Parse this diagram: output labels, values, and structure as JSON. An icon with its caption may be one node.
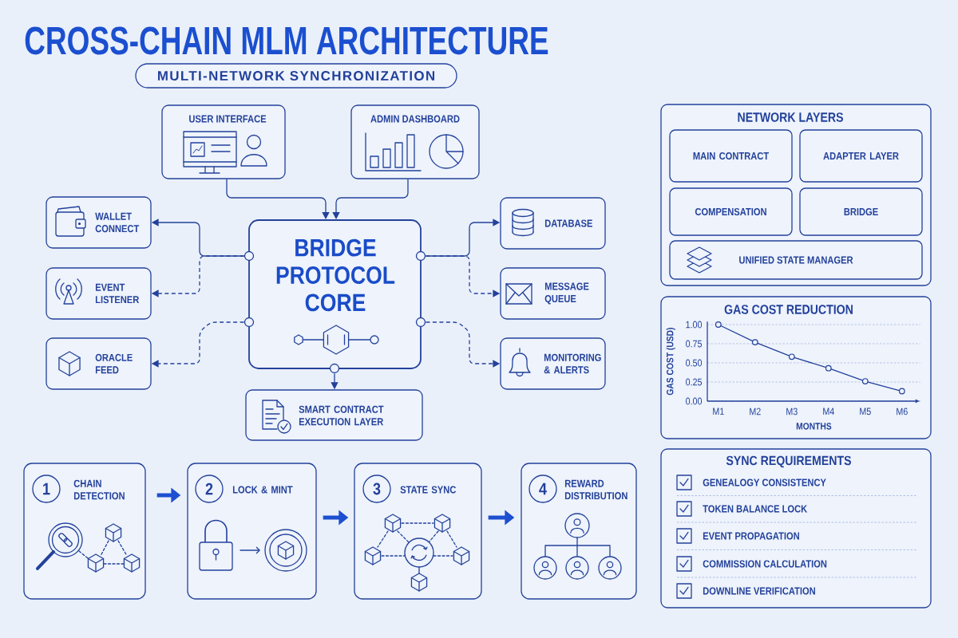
{
  "diagram": {
    "title": "CROSS-CHAIN MLM ARCHITECTURE",
    "nodes": [
      {
        "text": [
          "MULTI-NETWORK SYNCHRONIZATION"
        ]
      },
      {
        "text": [
          "USER INTERFACE"
        ]
      },
      {
        "text": [
          "ADMIN DASHBOARD"
        ]
      },
      {
        "text": [
          "NETWORK LAYERS"
        ]
      },
      {
        "text": [
          "MAIN CONTRACT"
        ],
        "in": 3
      },
      {
        "text": [
          "ADAPTER LAYER"
        ],
        "in": 3
      },
      {
        "text": [
          "COMPENSATION"
        ],
        "in": 3
      },
      {
        "text": [
          "BRIDGE"
        ],
        "in": 3
      },
      {
        "text": [
          "UNIFIED STATE MANAGER"
        ],
        "in": 3
      },
      {
        "text": [
          "WALLET CONNECT"
        ]
      },
      {
        "text": [
          "DATABASE"
        ]
      },
      {
        "text": [
          "BRIDGE PROTOCOL CORE"
        ]
      },
      {
        "text": [
          "EVENT LISTENER"
        ]
      },
      {
        "text": [
          "MESSAGE QUEUE"
        ]
      },
      {
        "text": [
          "ORACLE FEED"
        ]
      },
      {
        "text": [
          "MONITORING & ALERTS"
        ]
      },
      {
        "text": [
          "SMART CONTRACT EXECUTION LAYER"
        ]
      },
      {
        "text": [
          "GAS COST REDUCTION"
        ]
      },
      {
        "text": [
          "SYNC REQUIREMENTS",
          "GENEALOGY CONSISTENCY",
          "TOKEN BALANCE LOCK",
          "EVENT PROPAGATION",
          "COMMISSION CALCULATION",
          "DOWNLINE VERIFICATION"
        ]
      },
      {
        "text": [
          "CHAIN DETECTION"
        ]
      },
      {
        "text": [
          "1"
        ],
        "in": 19
      },
      {
        "text": [
          "LOCK & MINT"
        ]
      },
      {
        "text": [
          "2"
        ],
        "in": 21
      },
      {
        "text": [
          "STATE SYNC"
        ]
      },
      {
        "text": [
          "3"
        ],
        "in": 23
      },
      {
        "text": [
          "REWARD DISTRIBUTION"
        ]
      },
      {
        "text": [
          "4"
        ],
        "in": 25
      }
    ],
    "edges": [
      {
        "from": 1,
        "to": 11,
        "arrow": "to"
      },
      {
        "from": 2,
        "to": 11,
        "arrow": "to"
      },
      {
        "from": 11,
        "to": 9,
        "arrow": "to"
      },
      {
        "from": 11,
        "to": 12,
        "arrow": "to",
        "style": "dashed"
      },
      {
        "from": 11,
        "to": 14,
        "arrow": "to",
        "style": "dashed"
      },
      {
        "from": 11,
        "to": 10,
        "arrow": "to"
      },
      {
        "from": 11,
        "to": 13,
        "arrow": "to",
        "style": "dashed"
      },
      {
        "from": 11,
        "to": 15,
        "arrow": "to",
        "style": "dashed"
      },
      {
        "from": 11,
        "to": 16,
        "arrow": "to"
      },
      {
        "from": 19,
        "to": 21,
        "arrow": "to",
        "style": "thick",
        "color": "#1d4fd1"
      },
      {
        "from": 21,
        "to": 23,
        "arrow": "to",
        "style": "thick",
        "color": "#1d4fd1"
      },
      {
        "from": 23,
        "to": 25,
        "arrow": "to",
        "style": "thick",
        "color": "#1d4fd1"
      }
    ],
    "chart_data": {
      "type": "line",
      "xlabel": "MONTHS",
      "ylabel": "GAS COST (USD)",
      "categories": [
        "M1",
        "M2",
        "M3",
        "M4",
        "M5",
        "M6"
      ],
      "series": [
        {
          "color": "#23419a",
          "marker": "circle",
          "values": [
            1.0,
            0.77,
            0.58,
            0.43,
            0.26,
            0.13
          ]
        }
      ],
      "ylim": [
        0,
        1
      ],
      "yticks": [
        {
          "value": 0,
          "label": "0.00"
        },
        {
          "value": 0.25,
          "label": "0.25"
        },
        {
          "value": 0.5,
          "label": "0.50"
        },
        {
          "value": 0.75,
          "label": "0.75"
        },
        {
          "value": 1,
          "label": "1.00"
        }
      ],
      "grid": true
    }
  }
}
